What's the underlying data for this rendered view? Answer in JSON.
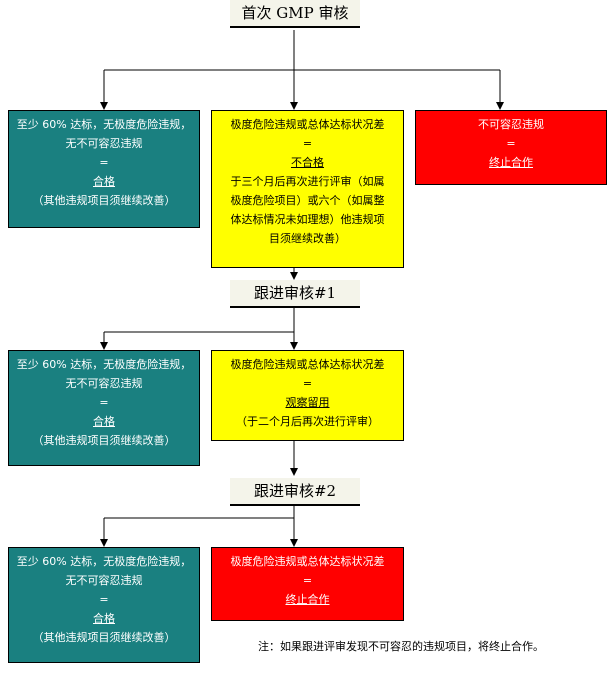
{
  "stage1": {
    "title": "首次 GMP 审核",
    "pass_box": {
      "l1": "至少 60% 达标，无极度危险违规，",
      "l2": "无不可容忍违规",
      "eq": "=",
      "result": "合格",
      "l3": "（其他违规项目须继续改善）"
    },
    "fail_box": {
      "l1": "极度危险违规或总体达标状况差",
      "eq": "=",
      "result": "不合格",
      "l2": "于三个月后再次进行评审（如属",
      "l3": "极度危险项目）或六个（如属整",
      "l4": "体达标情况未如理想）他违规项",
      "l5": "目须继续改善）"
    },
    "stop_box": {
      "l1": "不可容忍违规",
      "eq": "=",
      "result": "终止合作"
    }
  },
  "stage2": {
    "title": "跟进审核#1",
    "pass_box": {
      "l1": "至少 60% 达标，无极度危险违规，",
      "l2": "无不可容忍违规",
      "eq": "=",
      "result": "合格",
      "l3": "（其他违规项目须继续改善）"
    },
    "watch_box": {
      "l1": "极度危险违规或总体达标状况差",
      "eq": "=",
      "result": "观察留用",
      "l2": "（于二个月后再次进行评审）"
    }
  },
  "stage3": {
    "title": "跟进审核#2",
    "pass_box": {
      "l1": "至少 60% 达标，无极度危险违规，",
      "l2": "无不可容忍违规",
      "eq": "=",
      "result": "合格",
      "l3": "（其他违规项目须继续改善）"
    },
    "stop_box": {
      "l1": "极度危险违规或总体达标状况差",
      "eq": "=",
      "result": "终止合作"
    }
  },
  "note": "注：如果跟进评审发现不可容忍的违规项目，将终止合作。",
  "colors": {
    "pass": "#1a8080",
    "warn": "#ffff00",
    "stop": "#ff0000",
    "title_bg": "#f4f4ea"
  }
}
